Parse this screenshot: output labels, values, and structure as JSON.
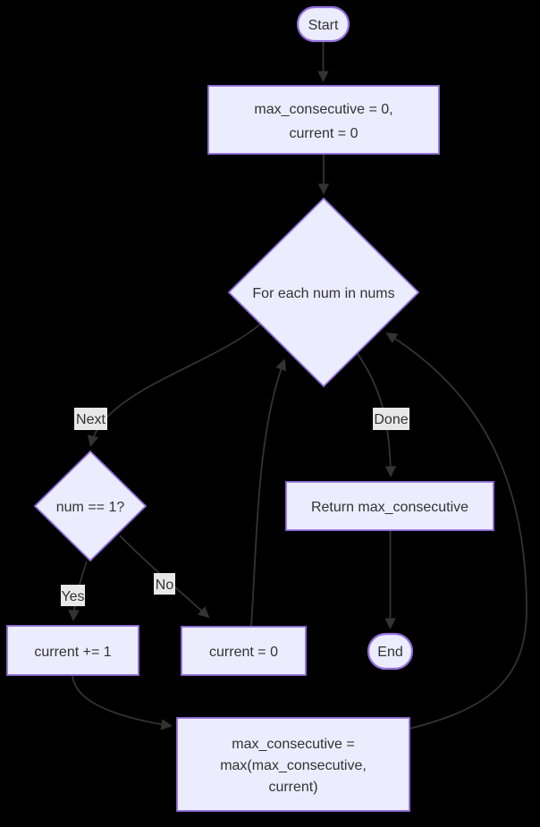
{
  "colors": {
    "background": "#000000",
    "node_fill": "#ECECFF",
    "node_border": "#9370DB",
    "edge": "#333333",
    "text": "#333333",
    "edge_label_bg": "#e8e8e8"
  },
  "nodes": {
    "start": {
      "label": "Start"
    },
    "init": {
      "lines": [
        "max_consecutive = 0,",
        "current = 0"
      ]
    },
    "loop": {
      "label": "For each num in nums"
    },
    "check": {
      "label": "num == 1?"
    },
    "increment": {
      "label": "current += 1"
    },
    "reset": {
      "label": "current = 0"
    },
    "update": {
      "lines": [
        "max_consecutive =",
        "max(max_consecutive,",
        "current)"
      ]
    },
    "return": {
      "label": "Return max_consecutive"
    },
    "end": {
      "label": "End"
    }
  },
  "edge_labels": {
    "next": "Next",
    "done": "Done",
    "yes": "Yes",
    "no": "No"
  }
}
